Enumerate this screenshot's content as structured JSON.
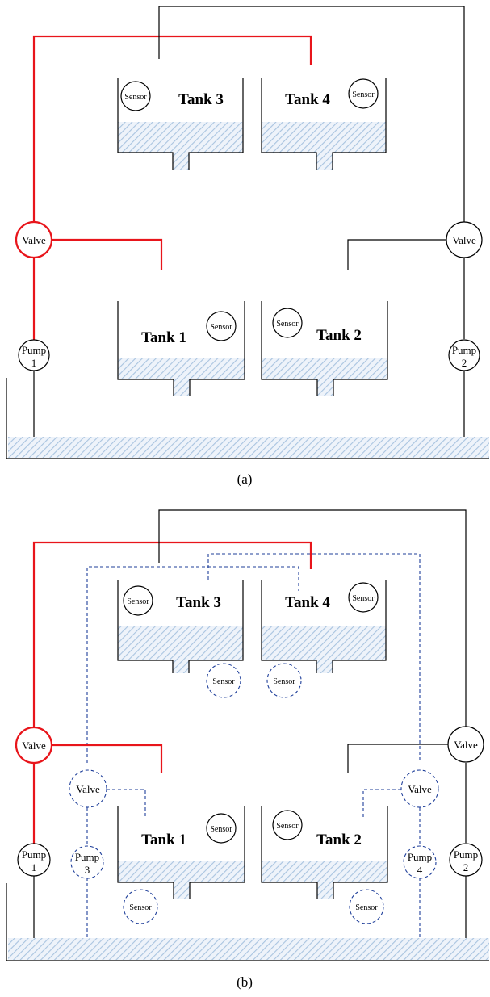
{
  "figure": {
    "panel_a": {
      "caption": "(a)",
      "tanks": [
        "Tank 3",
        "Tank 4",
        "Tank 1",
        "Tank 2"
      ],
      "sensor_label": "Sensor",
      "valve_left": "Valve",
      "valve_right": "Valve",
      "pump_left": {
        "line1": "Pump",
        "line2": "1"
      },
      "pump_right": {
        "line1": "Pump",
        "line2": "2"
      }
    },
    "panel_b": {
      "caption": "(b)",
      "tanks": [
        "Tank 3",
        "Tank 4",
        "Tank 1",
        "Tank 2"
      ],
      "sensor_label": "Sensor",
      "valve_left": "Valve",
      "valve_right": "Valve",
      "valve_dash_left": "Valve",
      "valve_dash_right": "Valve",
      "pump_left": {
        "line1": "Pump",
        "line2": "1"
      },
      "pump_right": {
        "line1": "Pump",
        "line2": "2"
      },
      "pump_dash_left": {
        "line1": "Pump",
        "line2": "3"
      },
      "pump_dash_right": {
        "line1": "Pump",
        "line2": "4"
      }
    }
  },
  "colors": {
    "pipe_red": "#e8151b",
    "pipe_black": "#000000",
    "pipe_blue_dashed": "#1f3f9a",
    "water_hatch": "#a9c4e0"
  }
}
